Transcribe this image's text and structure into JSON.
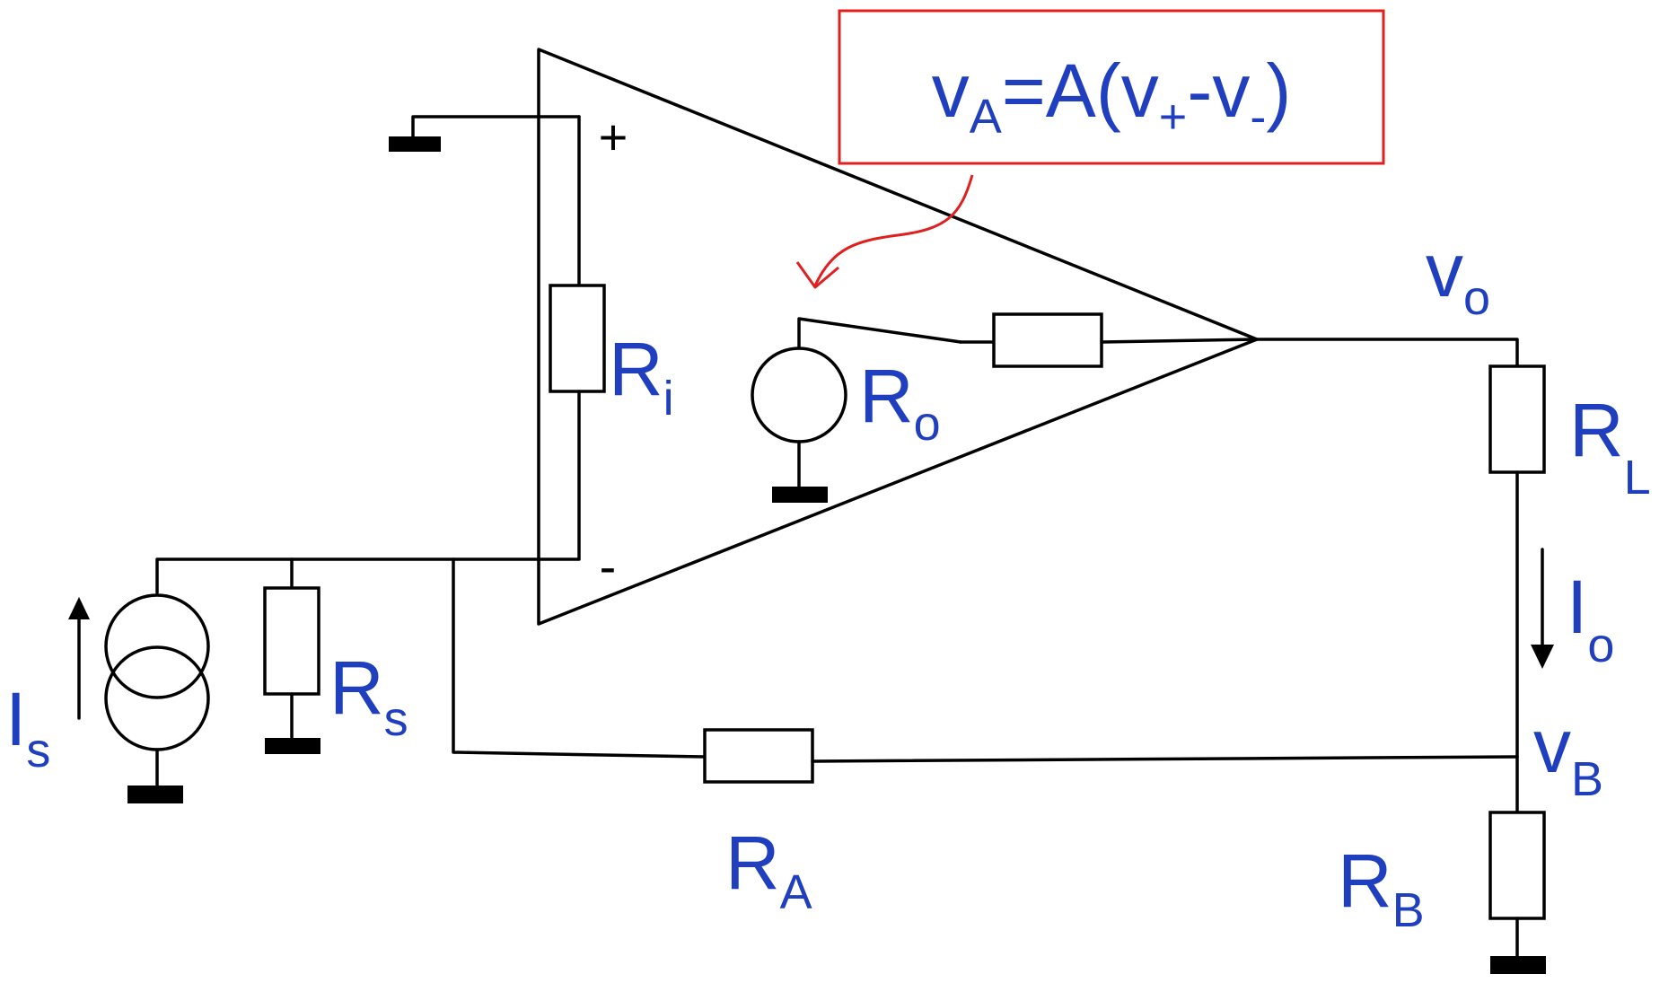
{
  "colors": {
    "label": "#1f3fbf",
    "wire": "#000000",
    "annotation": "#e0201e"
  },
  "formula": {
    "v": "v",
    "sub_a": "A",
    "eq": "=A(v",
    "sub_plus": "+",
    "minus": "-v",
    "sub_minus": "-",
    "close": ")"
  },
  "opamp": {
    "plus_sign": "+",
    "minus_sign": "-"
  },
  "labels": {
    "ri": {
      "main": "R",
      "sub": "i"
    },
    "ro": {
      "main": "R",
      "sub": "o"
    },
    "rl": {
      "main": "R",
      "sub": "L"
    },
    "rs": {
      "main": "R",
      "sub": "s"
    },
    "ra": {
      "main": "R",
      "sub": "A"
    },
    "rb": {
      "main": "R",
      "sub": "B"
    },
    "is": {
      "main": "I",
      "sub": "s"
    },
    "io": {
      "main": "I",
      "sub": "o"
    },
    "vo": {
      "main": "v",
      "sub": "o"
    },
    "vb": {
      "main": "v",
      "sub": "B"
    }
  }
}
